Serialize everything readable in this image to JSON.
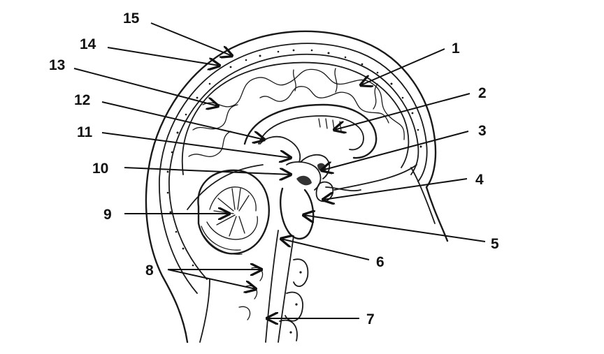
{
  "colors": {
    "ink": "#1a1a1a",
    "label": "#111111",
    "background": "#ffffff"
  },
  "labels": [
    {
      "id": "label-1",
      "text": "1"
    },
    {
      "id": "label-2",
      "text": "2"
    },
    {
      "id": "label-3",
      "text": "3"
    },
    {
      "id": "label-4",
      "text": "4"
    },
    {
      "id": "label-5",
      "text": "5"
    },
    {
      "id": "label-6",
      "text": "6"
    },
    {
      "id": "label-7",
      "text": "7"
    },
    {
      "id": "label-8",
      "text": "8"
    },
    {
      "id": "label-9",
      "text": "9"
    },
    {
      "id": "label-10",
      "text": "10"
    },
    {
      "id": "label-11",
      "text": "11"
    },
    {
      "id": "label-12",
      "text": "12"
    },
    {
      "id": "label-13",
      "text": "13"
    },
    {
      "id": "label-14",
      "text": "14"
    },
    {
      "id": "label-15",
      "text": "15"
    }
  ]
}
